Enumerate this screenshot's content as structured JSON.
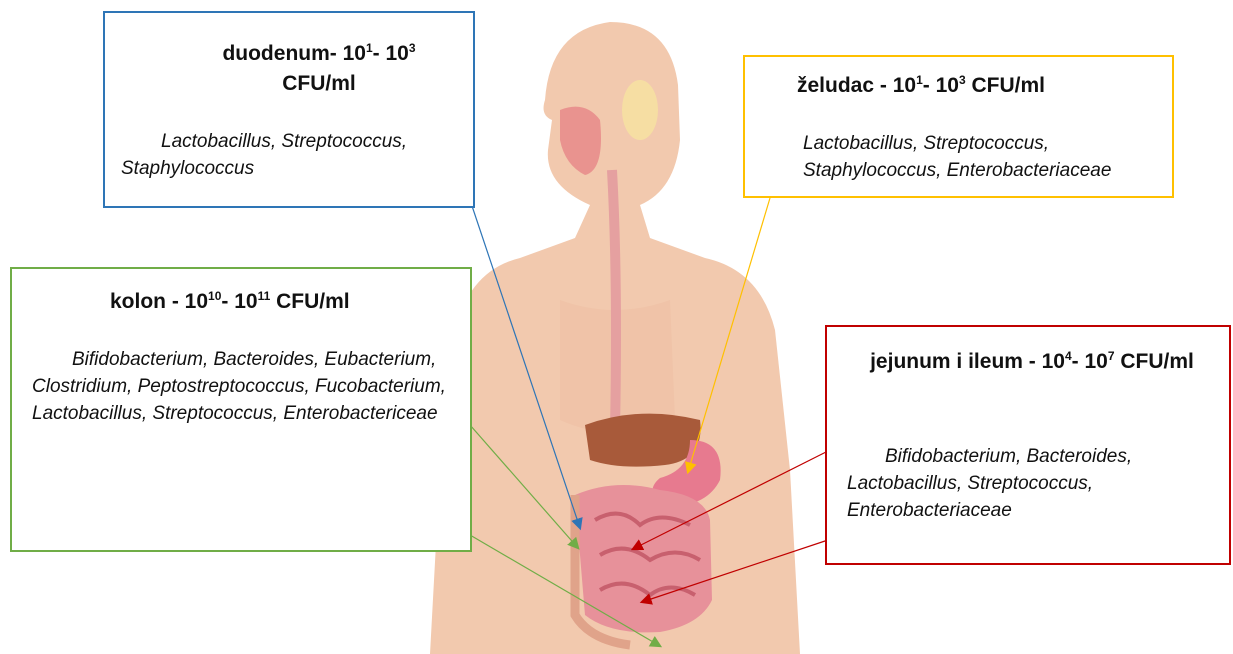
{
  "colors": {
    "duodenum": "#2e75b6",
    "zeludac": "#ffc000",
    "kolon": "#70ad47",
    "jejunum": "#c00000",
    "skin": "#f2c9ae",
    "intestine": "#e0808a"
  },
  "boxes": {
    "duodenum": {
      "title_prefix": "duodenum- 10",
      "exp1": "1",
      "mid": "- 10",
      "exp2": "3",
      "unit": " CFU/ml",
      "bacteria": "Lactobacillus, Streptococcus, Staphylococcus"
    },
    "zeludac": {
      "title_prefix": "želudac - 10",
      "exp1": "1",
      "mid": "- 10",
      "exp2": "3",
      "unit": " CFU/ml",
      "bacteria": "Lactobacillus, Streptococcus, Staphylococcus, Enterobacteriaceae"
    },
    "kolon": {
      "title_prefix": "kolon - 10",
      "exp1": "10",
      "mid": "- 10",
      "exp2": "11",
      "unit": " CFU/ml",
      "bacteria": "Bifidobacterium, Bacteroides, Eubacterium, Clostridium, Peptostreptococcus, Fucobacterium, Lactobacillus, Streptococcus, Enterobactericeae"
    },
    "jejunum": {
      "title_prefix": "jejunum i ileum - 10",
      "exp1": "4",
      "mid": "- 10",
      "exp2": "7",
      "unit": " CFU/ml",
      "bacteria": "Bifidobacterium, Bacteroides, Lactobacillus, Streptococcus, Enterobacteriaceae"
    }
  }
}
